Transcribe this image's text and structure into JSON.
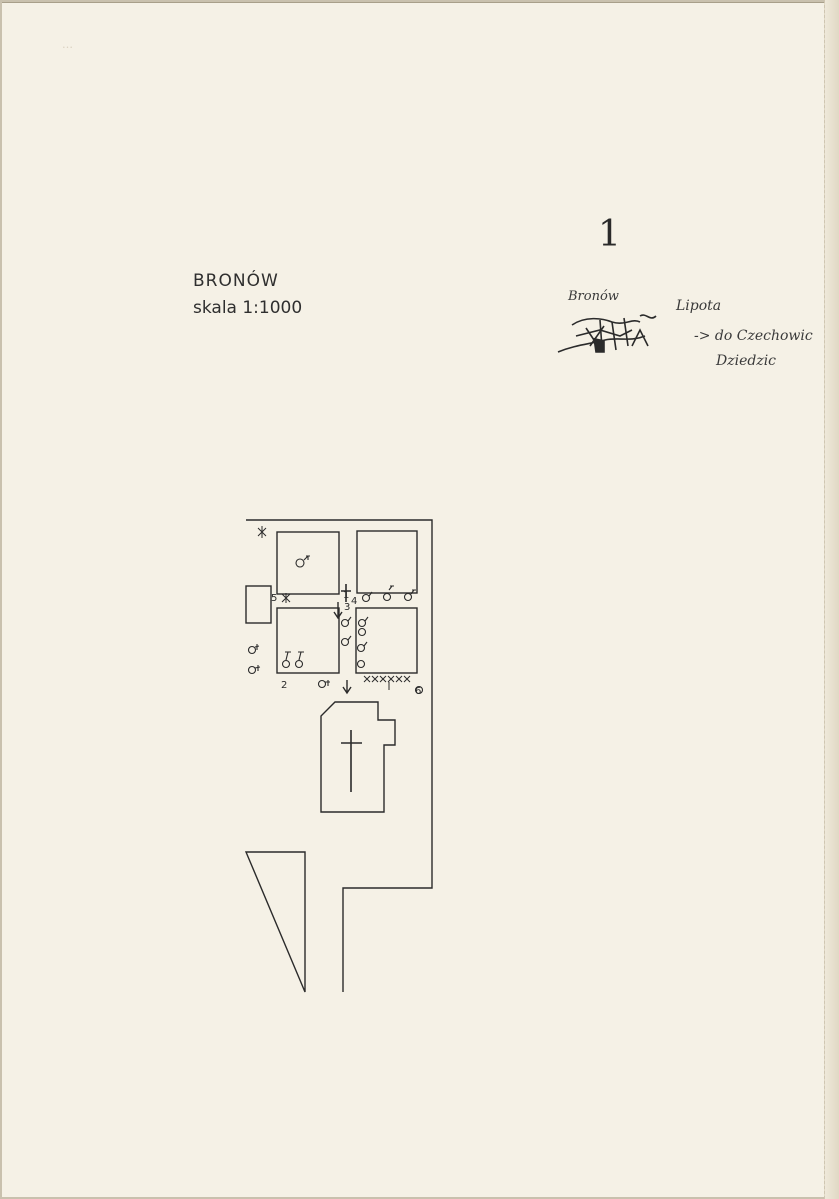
{
  "header": {
    "faint_note": "…",
    "place_name": "BRONÓW",
    "scale_label": "skala 1:1000",
    "sheet_number": "1"
  },
  "location_sketch": {
    "village": "Bronów",
    "neighbour": "Lipota",
    "direction_label": "-> do Czechowic",
    "road_label": "Dziedzic"
  },
  "plan_labels": {
    "marker_1": "1",
    "marker_2": "2",
    "marker_3": "3",
    "marker_4": "4",
    "marker_5": "5",
    "marker_6": "6"
  },
  "colors": {
    "ink": "#2b2b2b",
    "paper": "#f5f1e6"
  }
}
